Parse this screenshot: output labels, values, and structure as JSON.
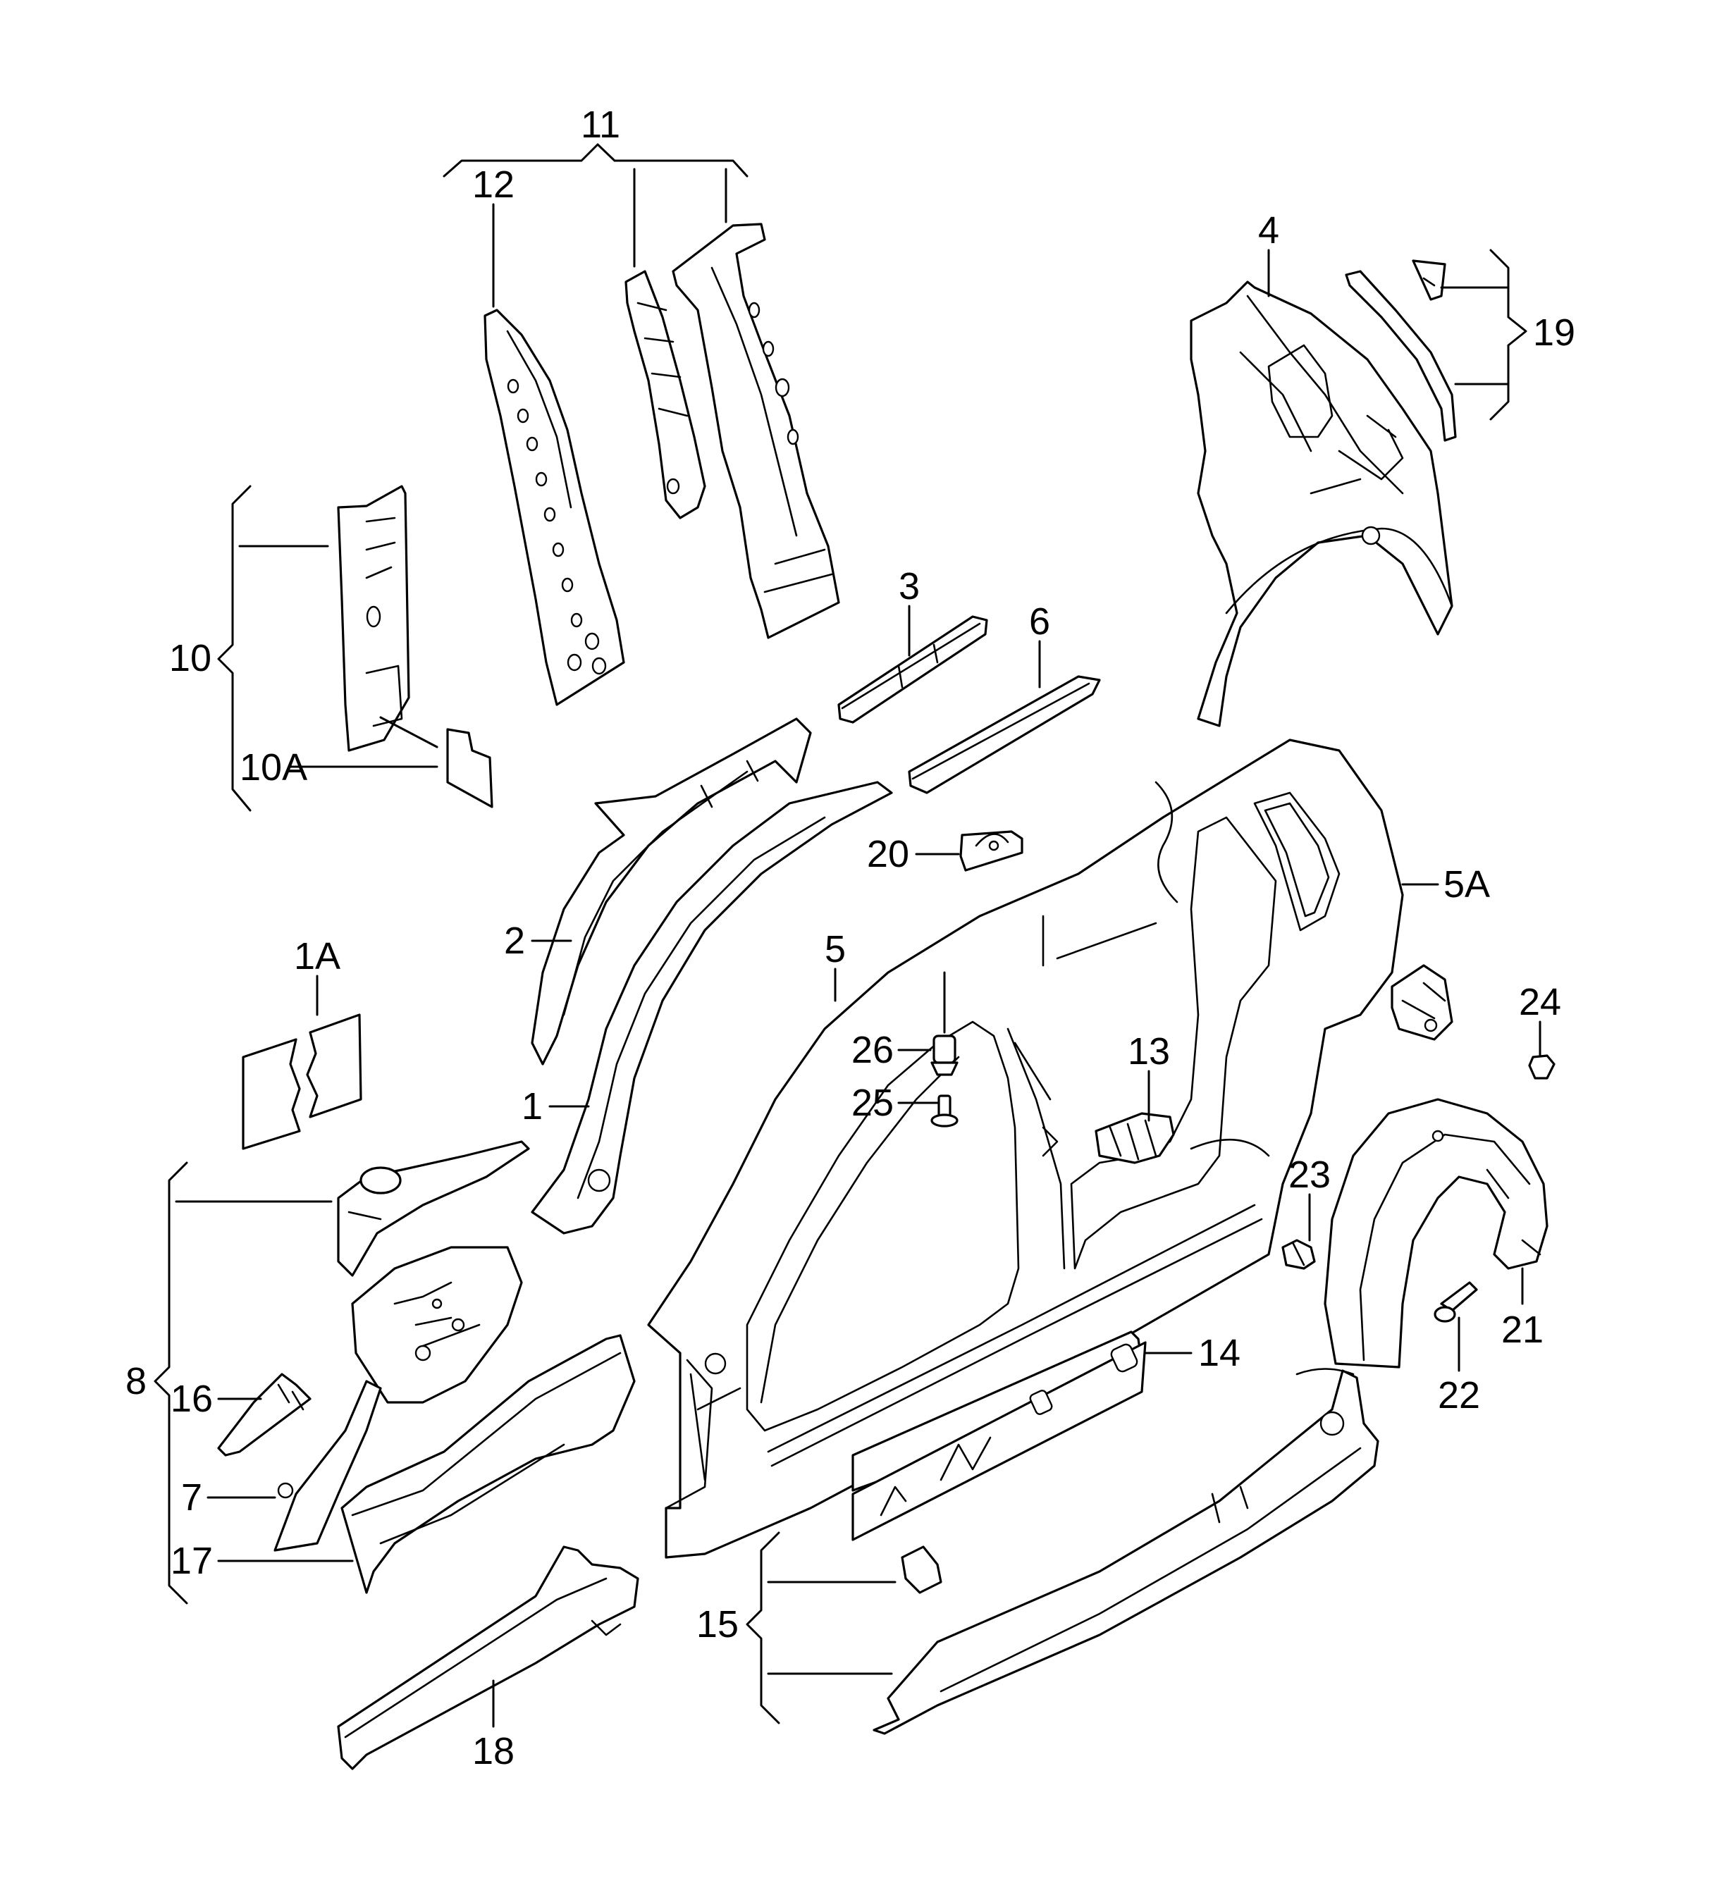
{
  "callouts": {
    "c1": "1",
    "c1A": "1A",
    "c2": "2",
    "c3": "3",
    "c4": "4",
    "c5": "5",
    "c5A": "5A",
    "c6": "6",
    "c7": "7",
    "c8": "8",
    "c10": "10",
    "c10A": "10A",
    "c11": "11",
    "c12": "12",
    "c13": "13",
    "c14": "14",
    "c15": "15",
    "c16": "16",
    "c17": "17",
    "c18": "18",
    "c19": "19",
    "c20": "20",
    "c21": "21",
    "c22": "22",
    "c23": "23",
    "c24": "24",
    "c25": "25",
    "c26": "26"
  },
  "colors": {
    "line": "#000000",
    "background": "#ffffff"
  }
}
